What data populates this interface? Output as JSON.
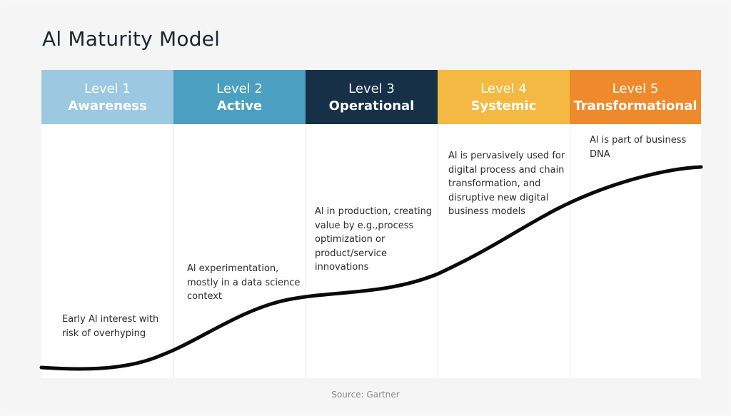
{
  "title": "Al Maturity Model",
  "levels": [
    {
      "number": "Level 1",
      "name": "Awareness",
      "color": "#9cc8e2",
      "description": "Early Al interest with\nrisk of overhyping"
    },
    {
      "number": "Level 2",
      "name": "Active",
      "color": "#4b9fc1",
      "description": "Al experimentation,\nmostly in a data science\ncontext"
    },
    {
      "number": "Level 3",
      "name": "Operational",
      "color": "#163048",
      "description": "Al in production, creating\nvalue by e.g.,process\noptimization or\nproduct/service\ninnovations"
    },
    {
      "number": "Level 4",
      "name": "Systemic",
      "color": "#f4b942",
      "description": "Al is pervasively used for\ndigital process and chain\ntransformation, and\ndisruptive new digital\nbusiness models"
    },
    {
      "number": "Level 5",
      "name": "Transformational",
      "color": "#ef8a2c",
      "description": "Al is part of business\nDNA"
    }
  ],
  "curve_color": "#0a0a0a",
  "source": "Source: Gartner"
}
